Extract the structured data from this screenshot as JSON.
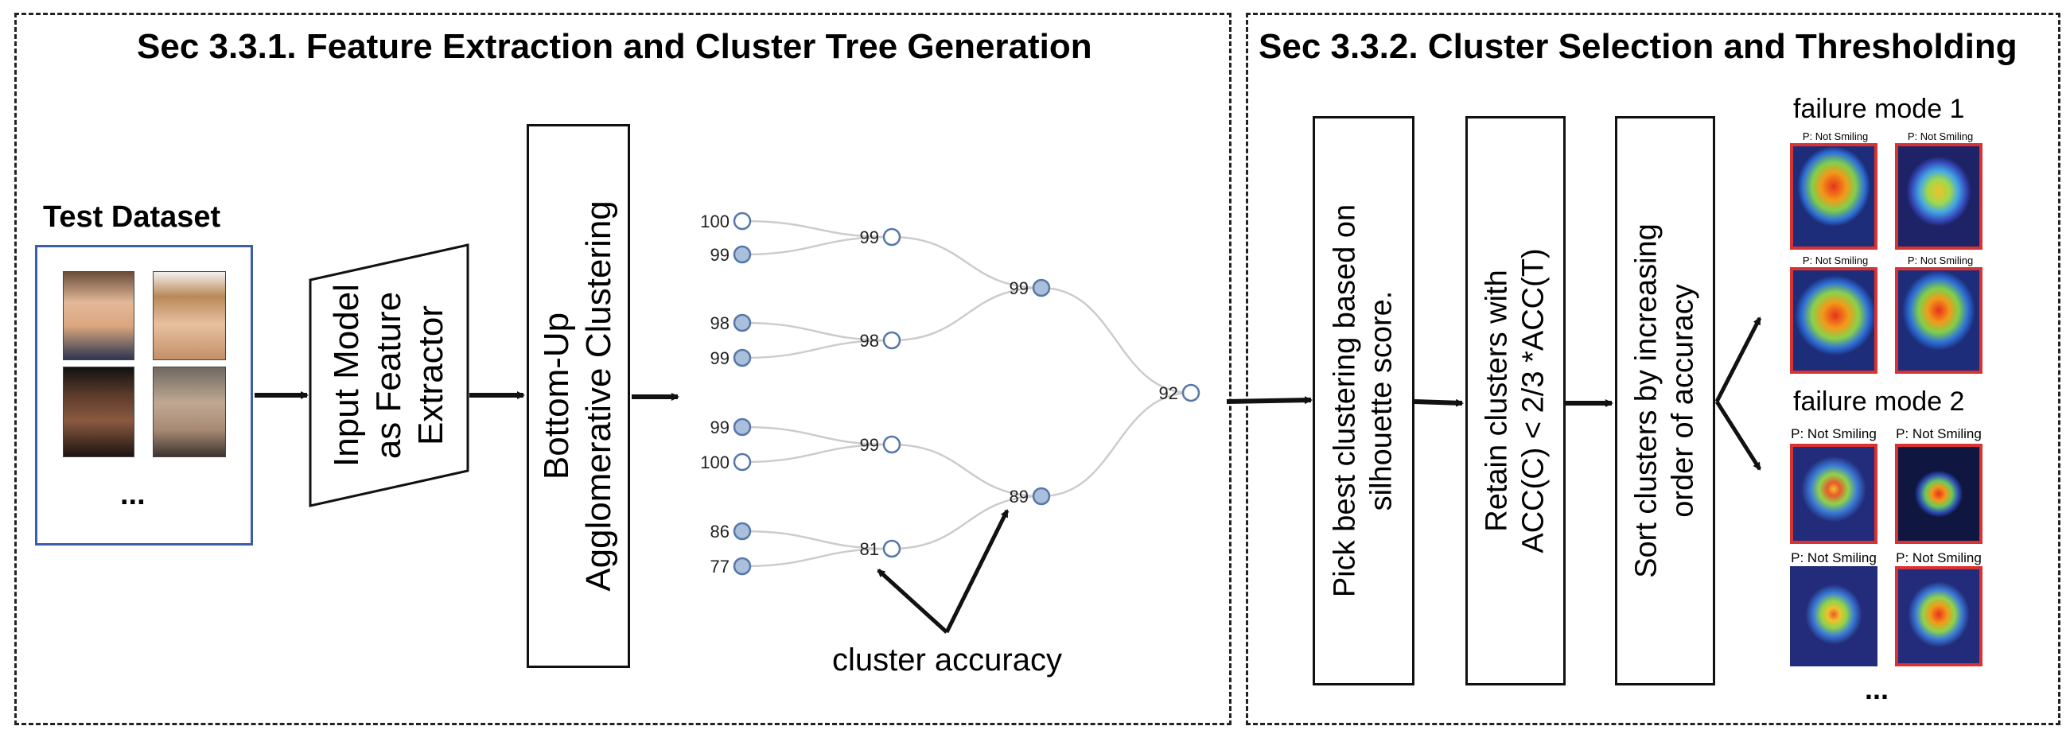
{
  "section1": {
    "title": "Sec 3.3.1. Feature Extraction and Cluster Tree Generation",
    "dataset_title": "Test Dataset",
    "dataset_ellipsis": "...",
    "feature_extractor": [
      "Input Model",
      "as Feature",
      "Extractor"
    ],
    "clustering": [
      "Bottom-Up",
      "Agglomerative Clustering"
    ],
    "cluster_accuracy_label": "cluster accuracy",
    "tree": {
      "leaves": [
        100,
        99,
        98,
        99,
        99,
        100,
        86,
        77
      ],
      "level1": [
        99,
        98,
        99,
        81
      ],
      "level2": [
        99,
        89
      ],
      "root": 92
    }
  },
  "section2": {
    "title": "Sec 3.3.2. Cluster Selection and Thresholding",
    "step1": [
      "Pick best clustering based on",
      "silhouette score."
    ],
    "step2": [
      "Retain clusters with",
      "ACC(C) < 2/3 *ACC(T)"
    ],
    "step3": [
      "Sort clusters by increasing",
      "order of accuracy"
    ],
    "failure_mode_1": "failure mode 1",
    "failure_mode_2": "failure mode 2",
    "prediction_label": "P: Not Smiling",
    "ellipsis": "..."
  },
  "colors": {
    "dashed_border": "#222222",
    "dataset_border": "#3a5ea8",
    "heatmap_border": "#d83232",
    "node_filled": "#a9bfdc",
    "node_stroke": "#5577aa",
    "edge": "#cccccc"
  }
}
